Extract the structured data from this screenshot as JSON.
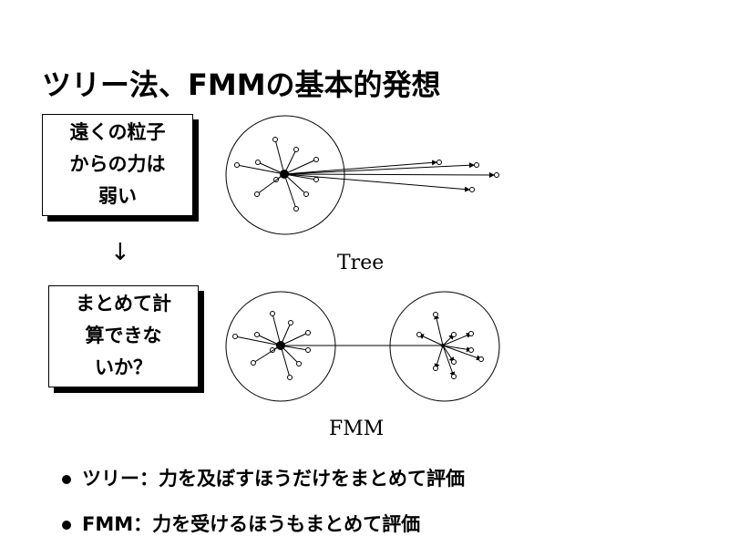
{
  "title": "ツリー法、FMMの基本的発想",
  "box1": {
    "lines": [
      "遠くの粒子",
      "からの力は",
      "弱い"
    ]
  },
  "arrow": "↓",
  "box2": {
    "lines": [
      "まとめて計",
      "算できな",
      "いか？"
    ]
  },
  "diagram": {
    "tree_label": "Tree",
    "fmm_label": "FMM"
  },
  "bullets": [
    "ツリー：力を及ぼすほうだけをまとめて評価",
    "FMM：力を受けるほうもまとめて評価"
  ]
}
